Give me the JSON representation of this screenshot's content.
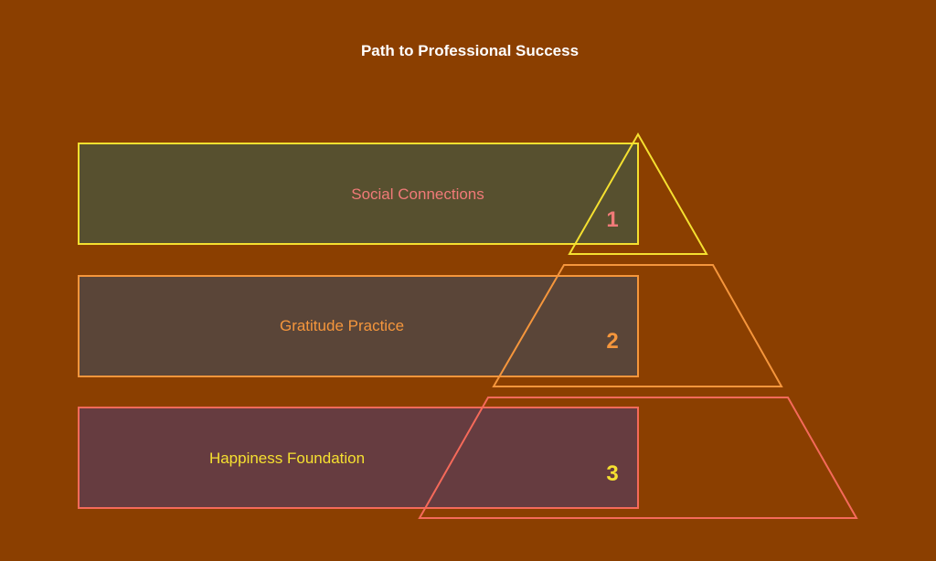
{
  "title": "Path to Professional Success",
  "colors": {
    "background": "#8b3f00",
    "level1_stroke": "#f5e030",
    "level1_fill": "#57502f",
    "level1_text": "#f07a78",
    "level2_stroke": "#f5963c",
    "level2_fill": "#5a4538",
    "level2_text": "#f5963c",
    "level3_stroke": "#f56a5a",
    "level3_fill": "#663c40",
    "level3_text": "#f5e030"
  },
  "levels": [
    {
      "number": "1",
      "label": "Social Connections"
    },
    {
      "number": "2",
      "label": "Gratitude Practice"
    },
    {
      "number": "3",
      "label": "Happiness Foundation"
    }
  ]
}
